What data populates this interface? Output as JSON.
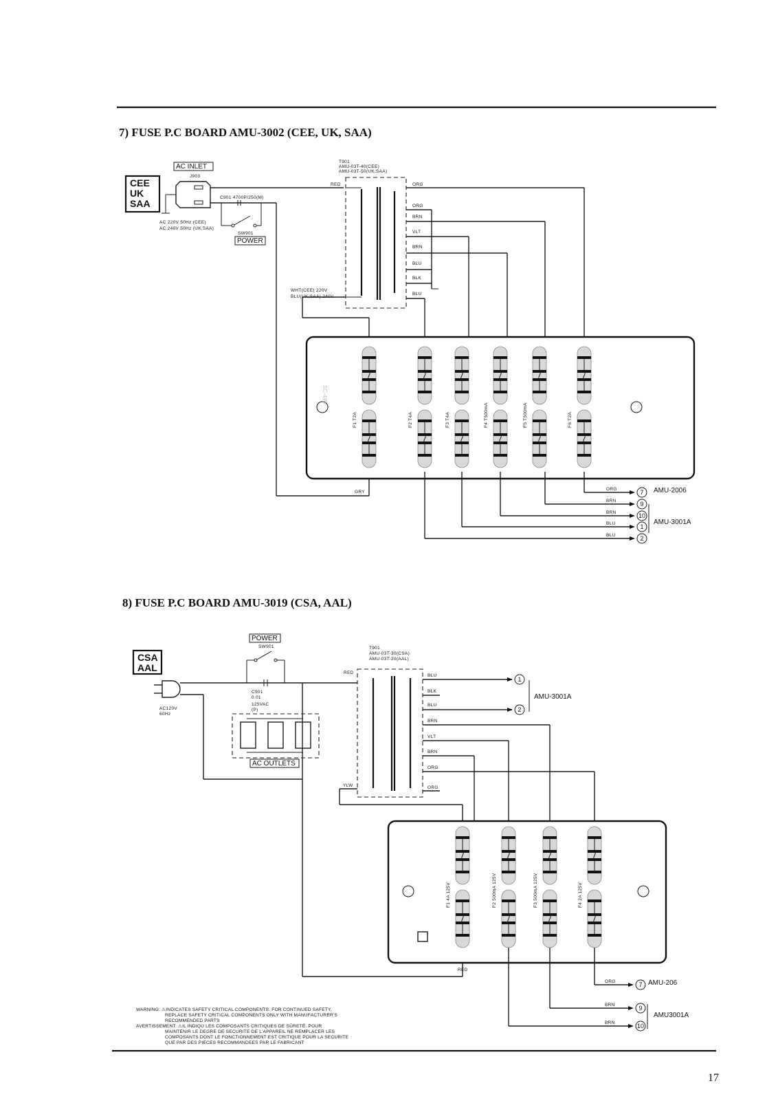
{
  "page_number": "17",
  "section7": {
    "title": "7) FUSE P.C BOARD AMU-3002 (CEE, UK, SAA)",
    "region_lines": [
      "CEE",
      "UK",
      "SAA"
    ],
    "ac_inlet": "AC INLET",
    "j903": "J903",
    "c901": "C901  4700P/250(M)",
    "power": "POWER",
    "sw901": "SW901",
    "ac_line1": "AC 220V 50Hz (CEE)",
    "ac_line2": "AC 240V 50Hz (UK,SAA)",
    "t901_line1": "T901",
    "t901_line2": "AMU-03T-40(CEE)",
    "t901_line3": "AMU-03T-50(UK,SAA)",
    "primary_red": "RED",
    "primary_line1": "WHT(CEE)   220V",
    "primary_line2": "BLU(UK,SAA) 240V",
    "secondary_taps": [
      "ORG",
      "ORG",
      "BRN",
      "VLT",
      "BRN",
      "BLU",
      "BLK",
      "BLU"
    ],
    "fuses": [
      {
        "ref": "F1",
        "rating": "T2A"
      },
      {
        "ref": "F2",
        "rating": "T4A"
      },
      {
        "ref": "F3",
        "rating": "T4A"
      },
      {
        "ref": "F4",
        "rating": "T500mA"
      },
      {
        "ref": "F5",
        "rating": "T500mA"
      },
      {
        "ref": "F6",
        "rating": "T2A"
      }
    ],
    "gry": "GRY",
    "outputs": [
      {
        "wire": "ORG",
        "pin": "7"
      },
      {
        "wire": "BRN",
        "pin": "9"
      },
      {
        "wire": "BRN",
        "pin": "10"
      },
      {
        "wire": "BLU",
        "pin": "1"
      },
      {
        "wire": "BLU",
        "pin": "2"
      }
    ],
    "dest_a": "AMU-2006",
    "dest_b": "AMU-3001A"
  },
  "section8": {
    "title": "8) FUSE P.C BOARD AMU-3019 (CSA, AAL)",
    "region_lines": [
      "CSA",
      "AAL"
    ],
    "power": "POWER",
    "sw901": "SW901",
    "ac": [
      "AC120V",
      "60Hz"
    ],
    "c901": [
      "C901",
      "0.01",
      "125VAC",
      "(P)"
    ],
    "ac_outlets": "AC OUTLETS",
    "t901_line1": "T901",
    "t901_line2": "AMU-03T-30(CSA)",
    "t901_line3": "AMU-03T-20(AAL)",
    "primary_red": "RED",
    "primary_ylw": "YLW",
    "secondary_taps": [
      "BLU",
      "BLK",
      "BLU",
      "BRN",
      "VLT",
      "BRN",
      "ORG",
      "ORG"
    ],
    "fuses": [
      {
        "ref": "F1",
        "rating": "4A 125V"
      },
      {
        "ref": "F2",
        "rating": "500mA 125V"
      },
      {
        "ref": "F3",
        "rating": "500mA 125V"
      },
      {
        "ref": "F4",
        "rating": "2A 125V"
      }
    ],
    "red": "RED",
    "outputs_top": [
      {
        "wire": "",
        "pin": "1"
      },
      {
        "wire": "",
        "pin": "2"
      }
    ],
    "outputs": [
      {
        "wire": "ORG",
        "pin": "7"
      },
      {
        "wire": "BRN",
        "pin": "9"
      },
      {
        "wire": "BRN",
        "pin": "10"
      }
    ],
    "dest_top": "AMU-3001A",
    "dest_a": "AMU-206",
    "dest_b": "AMU3001A"
  },
  "warning": [
    "WARNING: ⚠INDICATES SAFETY CRITICAL COMPONENTS. FOR CONTINUED SAFETY,",
    "REPLACE SAFETY CRITICAL COMPONENTS ONLY WITH MANUFACTURER'S",
    "RECOMMENDED PARTS",
    "AVERTISSEMENT: ⚠IL INDIQU LES COMPOSANTS CRITIQUES DE SÛRETÉ. POUR",
    "MAINTENIR LE DEGRE DE SECURITE DE L'APPAREIL NE REMPLACER LES",
    "COMPOSANTS DONT LE FONCTIONNEMENT EST CRITIQUE POUR LA SECURITE",
    "QUE PAR DES PIECES RECOMMANDEES PAR LE FABRICANT"
  ]
}
